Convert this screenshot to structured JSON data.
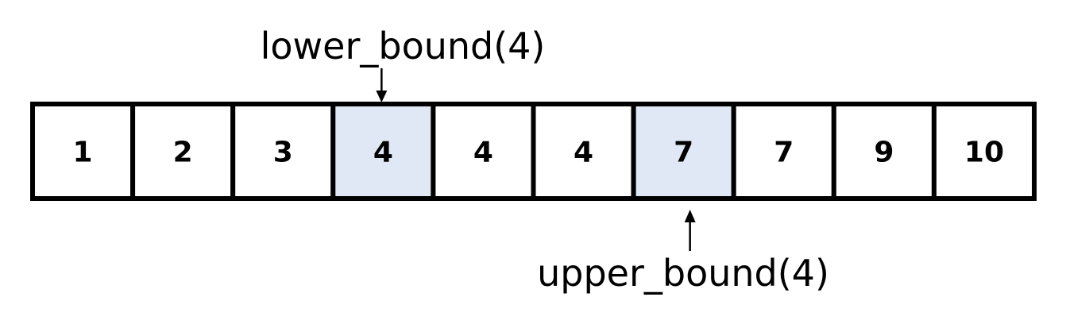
{
  "array": {
    "values": [
      "1",
      "2",
      "3",
      "4",
      "4",
      "4",
      "7",
      "7",
      "9",
      "10"
    ]
  },
  "lower_bound": {
    "label": "lower_bound(4)",
    "index": 3
  },
  "upper_bound": {
    "label": "upper_bound(4)",
    "index": 6
  },
  "colors": {
    "highlight": "#dfe8f4",
    "cell": "#ffffff",
    "border": "#000000",
    "text": "#000000"
  }
}
